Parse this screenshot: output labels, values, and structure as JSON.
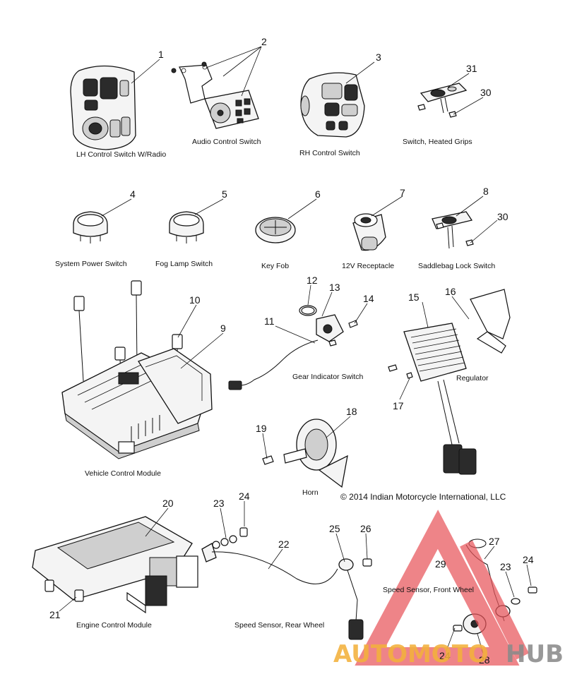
{
  "callouts": [
    "1",
    "2",
    "3",
    "31",
    "30",
    "4",
    "5",
    "6",
    "7",
    "8",
    "30",
    "12",
    "13",
    "10",
    "14",
    "15",
    "16",
    "11",
    "9",
    "17",
    "18",
    "19",
    "20",
    "23",
    "24",
    "22",
    "25",
    "26",
    "27",
    "29",
    "23",
    "24",
    "21",
    "24",
    "28"
  ],
  "captions": {
    "lh_switch": "LH Control Switch W/Radio",
    "audio_switch": "Audio Control Switch",
    "rh_switch": "RH Control Switch",
    "heated_grips": "Switch, Heated Grips",
    "system_power": "System Power Switch",
    "fog_lamp": "Fog Lamp Switch",
    "key_fob": "Key Fob",
    "receptacle": "12V Receptacle",
    "saddlebag": "Saddlebag Lock Switch",
    "gear_indicator": "Gear Indicator Switch",
    "regulator": "Regulator",
    "vcm": "Vehicle Control Module",
    "horn": "Horn",
    "ecm": "Engine Control Module",
    "speed_rear": "Speed Sensor, Rear Wheel",
    "speed_front": "Speed Sensor, Front Wheel"
  },
  "copyright": "© 2014 Indian Motorcycle International, LLC",
  "watermark": {
    "part1": "AUTOMOTO",
    "part2": "HUB",
    "color_red": "#e8545a",
    "color_orange": "#f3b13c",
    "color_gray": "#8a8a8a"
  }
}
